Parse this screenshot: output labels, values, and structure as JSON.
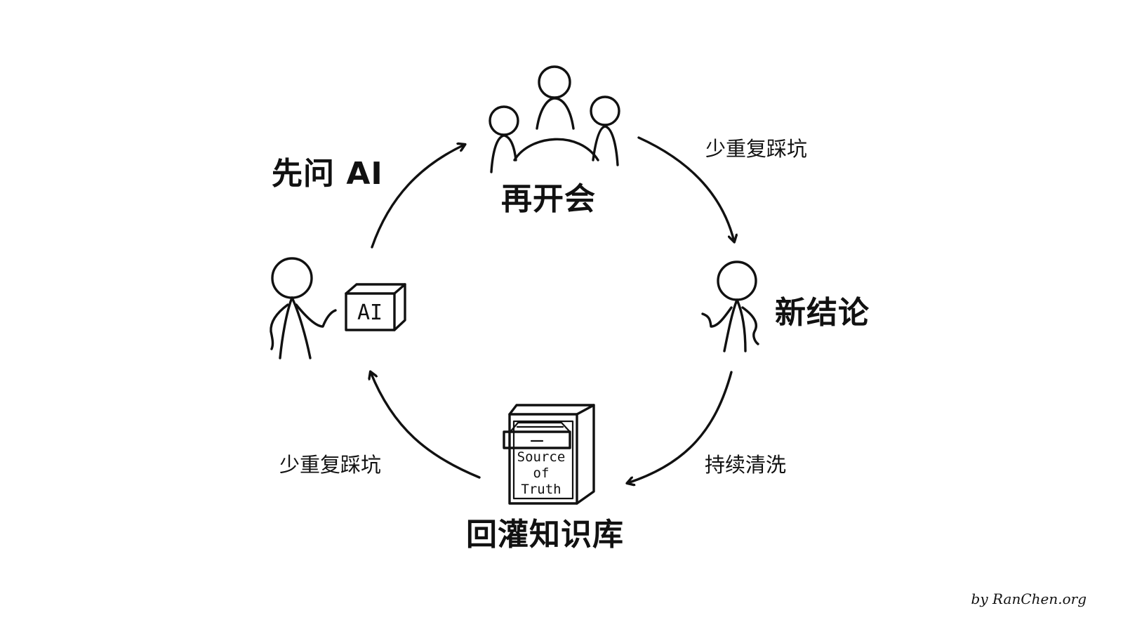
{
  "nodes": {
    "top": "再开会",
    "right": "新结论",
    "bottom": "回灌知识库",
    "left_label": "先问 AI"
  },
  "edges": {
    "top_right": "少重复踩坑",
    "right_bottom": "持续清洗",
    "bottom_left": "少重复踩坑"
  },
  "icons": {
    "ai_box_text": "AI",
    "cabinet_text": [
      "Source",
      "of",
      "Truth"
    ]
  },
  "credit": "by RanChen.org",
  "colors": {
    "ink": "#111111",
    "background": "#ffffff"
  }
}
